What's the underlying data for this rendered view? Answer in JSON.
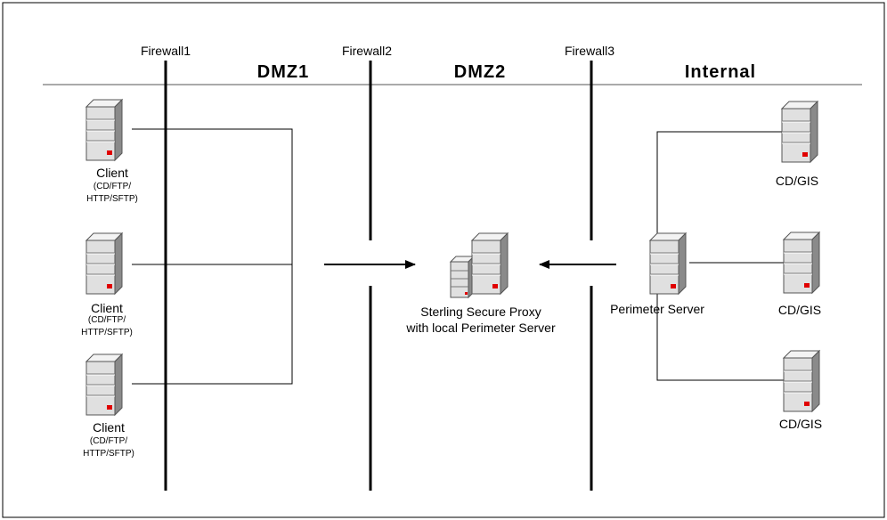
{
  "firewalls": [
    {
      "label": "Firewall1"
    },
    {
      "label": "Firewall2"
    },
    {
      "label": "Firewall3"
    }
  ],
  "zones": [
    {
      "label": "DMZ1"
    },
    {
      "label": "DMZ2"
    },
    {
      "label": "Internal"
    }
  ],
  "clients": [
    {
      "title": "Client",
      "line1": "(CD/FTP/",
      "line2": "HTTP/SFTP)"
    },
    {
      "title": "Client",
      "line1": "(CD/FTP/",
      "line2": "HTTP/SFTP)"
    },
    {
      "title": "Client",
      "line1": "(CD/FTP/",
      "line2": "HTTP/SFTP)"
    }
  ],
  "proxy": {
    "line1": "Sterling Secure Proxy",
    "line2": "with local Perimeter Server"
  },
  "perimeter_server": {
    "label": "Perimeter Server"
  },
  "backends": [
    {
      "label": "CD/GIS"
    },
    {
      "label": "CD/GIS"
    },
    {
      "label": "CD/GIS"
    }
  ],
  "colors": {
    "server_light": "#e2e2e2",
    "server_dark": "#8a8a8a",
    "led": "#e00000",
    "line": "#000000"
  }
}
